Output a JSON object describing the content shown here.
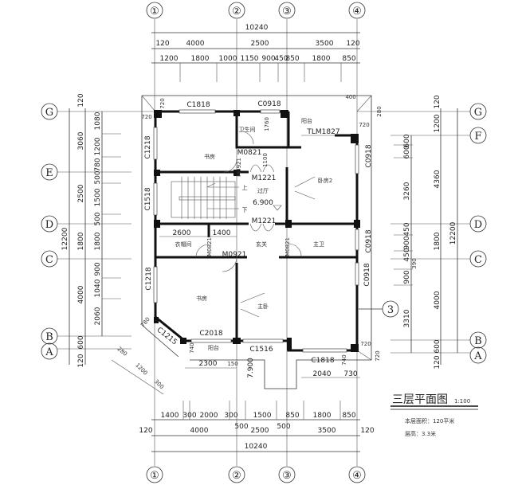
{
  "drawing": {
    "title": "三层平面图",
    "scale": "1:100",
    "area_note": "本层面积：120平米",
    "height_note": "层高：3.3米"
  },
  "axes": {
    "vertical": [
      "①",
      "②",
      "③",
      "④"
    ],
    "horizontal_left": [
      "G",
      "E",
      "D",
      "C",
      "B",
      "A"
    ],
    "horizontal_right": [
      "G",
      "F",
      "D",
      "C",
      "B",
      "A"
    ],
    "section_marker": "3"
  },
  "dims_top": {
    "total": "10240",
    "axis_row": [
      "120",
      "4000",
      "2500",
      "3500",
      "120"
    ],
    "detail_row": [
      "1200",
      "1800",
      "1000",
      "1150",
      "900",
      "450",
      "850",
      "1800",
      "850"
    ]
  },
  "dims_bottom": {
    "detail_row": [
      "1400",
      "300",
      "2000",
      "300",
      "1500",
      "850",
      "1800",
      "850"
    ],
    "axis_row": [
      "120",
      "4000",
      "500",
      "2500",
      "500",
      "3500",
      "120"
    ],
    "total": "10240"
  },
  "dims_left": {
    "total": "12200",
    "axis_row": [
      "120",
      "3060",
      "2500",
      "1800",
      "4000",
      "600",
      "120"
    ],
    "detail_row": [
      "1080",
      "1200",
      "780",
      "500",
      "1500",
      "500",
      "1800",
      "900",
      "1040",
      "2060"
    ]
  },
  "dims_right": {
    "total": "12200",
    "axis_row": [
      "120",
      "1200",
      "4360",
      "1800",
      "4000",
      "600",
      "120"
    ],
    "detail_row": [
      "600",
      "600",
      "3260",
      "450",
      "900",
      "450",
      "390",
      "900",
      "3310"
    ]
  },
  "rooms": {
    "study_top": "书房",
    "toilet": "卫生间",
    "balcony_top": "阳台",
    "bedroom2": "卧房2",
    "stair_up": "上",
    "stair_down": "下",
    "hall": "过厅",
    "hall_level": "6.900",
    "closet": "衣帽间",
    "foyer": "玄关",
    "master_bath": "主卫",
    "study_bottom": "书房",
    "master_bedroom": "主卧",
    "balcony_bottom": "阳台",
    "lower_level": "7.900"
  },
  "openings": {
    "c1818_top": "C1818",
    "c0918_top": "C0918",
    "tlm1827": "TLM1827",
    "c1218_left_top": "C1218",
    "c1518": "C1518",
    "c1218_left_bottom": "C1218",
    "c0918_right_top": "C0918",
    "c0918_right_mid": "C0918",
    "c0918_right_bottom": "C0918",
    "m0821_study": "M0821",
    "m0921_study": "M0921",
    "m1221_top": "M1221",
    "m1221_bottom": "M1221",
    "m0821_closet": "M0821",
    "m0921_foyer": "M0921",
    "m0821_bath": "M0821",
    "c1215": "C1215",
    "c2018": "C2018",
    "c1516": "C1516",
    "c1818_bottom": "C1818"
  },
  "local_dims": {
    "d720_a": "720",
    "d720_b": "720",
    "d400": "400",
    "d280_top": "280",
    "d720_c": "720",
    "d1760": "1760",
    "d1100": "1100",
    "d2600": "2600",
    "d1400": "1400",
    "d780": "780",
    "d740_a": "740",
    "d740_b": "740",
    "d720_d": "720",
    "d720_e": "720",
    "d2300": "2300",
    "d150": "150",
    "d2040": "2040",
    "d730": "730",
    "d280_bottom": "280",
    "d1200_bottom": "1200",
    "d300_bottom": "300"
  }
}
